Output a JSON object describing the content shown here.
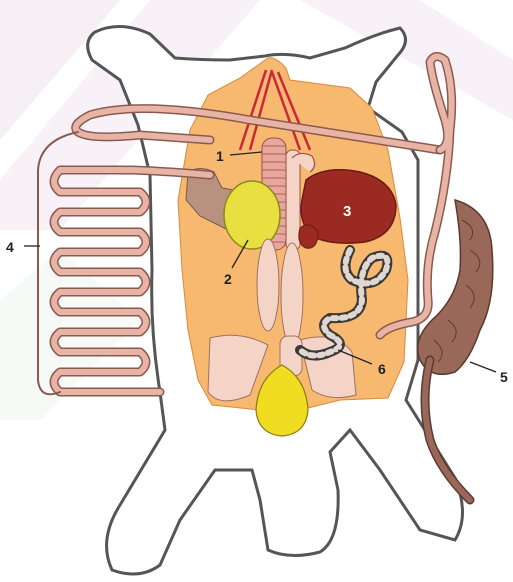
{
  "labels": {
    "l1": "1",
    "l2": "2",
    "l3": "3",
    "l4": "4",
    "l5": "5",
    "l6": "6"
  },
  "colors": {
    "background": "#ffffff",
    "watermark": "#efe3ef",
    "body_outline": "#555555",
    "body_fill": "#ffffff",
    "cavity": "#f7b870",
    "trachea": "#e8a8a0",
    "lung_lines": "#c8283a",
    "heart": "#9a2a22",
    "gland": "#e8e040",
    "stomach_patch": "#b8927e",
    "tube": "#e8b4a6",
    "tube_outline": "#8a5a50",
    "large_intestine": "#9a6858",
    "beaded_dark": "#3a3a3a",
    "bladder": "#f0dc20",
    "pale_organ": "#f3d4c6"
  },
  "icons": {
    "leader_lines": "line-leader",
    "watermark": "diagonal-stripe-watermark"
  }
}
